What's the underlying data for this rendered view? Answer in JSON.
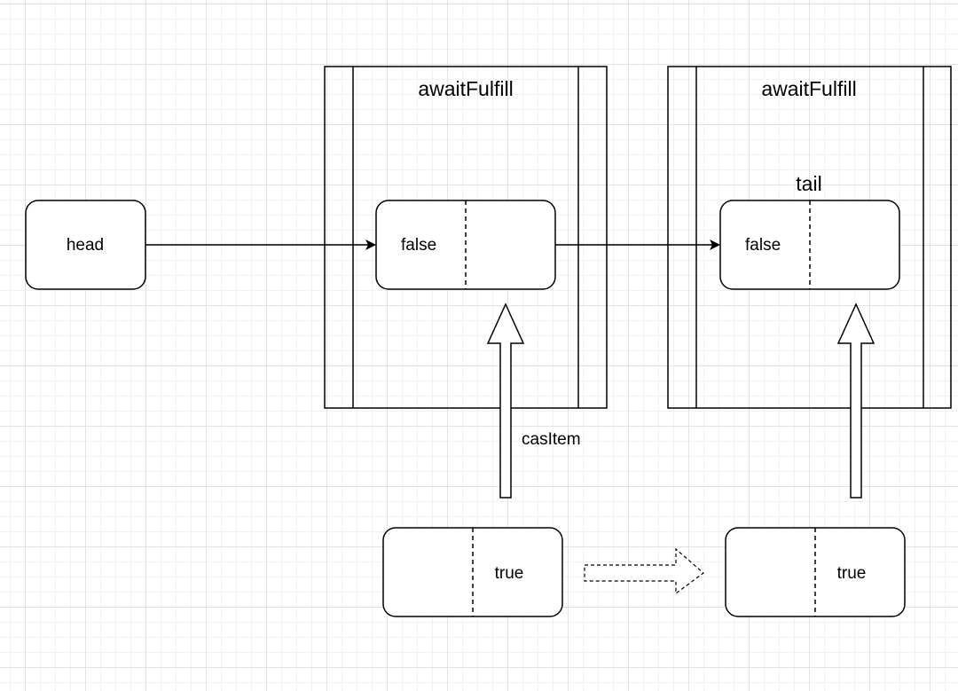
{
  "nodes": {
    "head": {
      "label": "head"
    },
    "node1": {
      "label": "false"
    },
    "node2": {
      "label": "false"
    },
    "item1": {
      "label": "true"
    },
    "item2": {
      "label": "true"
    }
  },
  "pools": {
    "pool1": {
      "title": "awaitFulfill"
    },
    "pool2": {
      "title": "awaitFulfill"
    }
  },
  "pointer_labels": {
    "tail": "tail",
    "cas": "casItem"
  },
  "colors": {
    "stroke": "#000000",
    "background": "#ffffff",
    "grid": "#e2e2e2"
  }
}
